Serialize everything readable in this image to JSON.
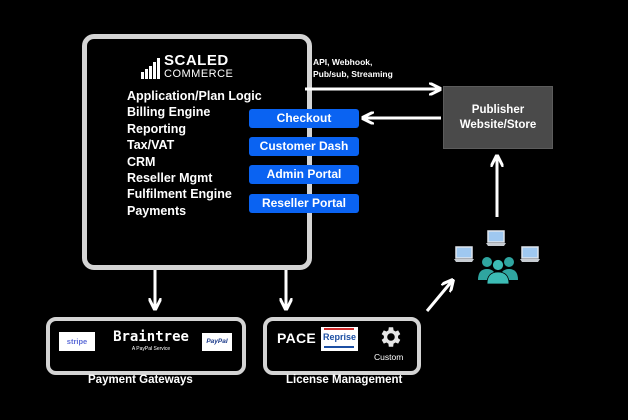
{
  "logo": {
    "line1": "SCALED",
    "line2": "COMMERCE"
  },
  "features": [
    "Application/Plan Logic",
    "Billing Engine",
    "Reporting",
    "Tax/VAT",
    "CRM",
    "Reseller Mgmt",
    "Fulfilment Engine",
    "Payments"
  ],
  "portals": [
    "Checkout",
    "Customer Dash",
    "Admin Portal",
    "Reseller Portal"
  ],
  "api_label": {
    "line1": "API, Webhook,",
    "line2": "Pub/sub, Streaming"
  },
  "publisher": {
    "line1": "Publisher",
    "line2": "Website/Store"
  },
  "payment_gateways": {
    "caption": "Payment Gateways",
    "stripe": "stripe",
    "braintree": "Braintree",
    "braintree_sub": "A PayPal Service",
    "paypal": "PayPal"
  },
  "license_management": {
    "caption": "License Management",
    "pace": "PACE",
    "reprise": "Reprise",
    "custom": "Custom"
  },
  "icons": [
    "logo-bars-icon",
    "gear-icon",
    "laptop-icon",
    "users-icon"
  ],
  "colors": {
    "background": "#000000",
    "button": "#0a63f2",
    "publisher_box": "#4a4a4a",
    "box_border": "#d4d4d4",
    "team": "#2fa5a0"
  }
}
